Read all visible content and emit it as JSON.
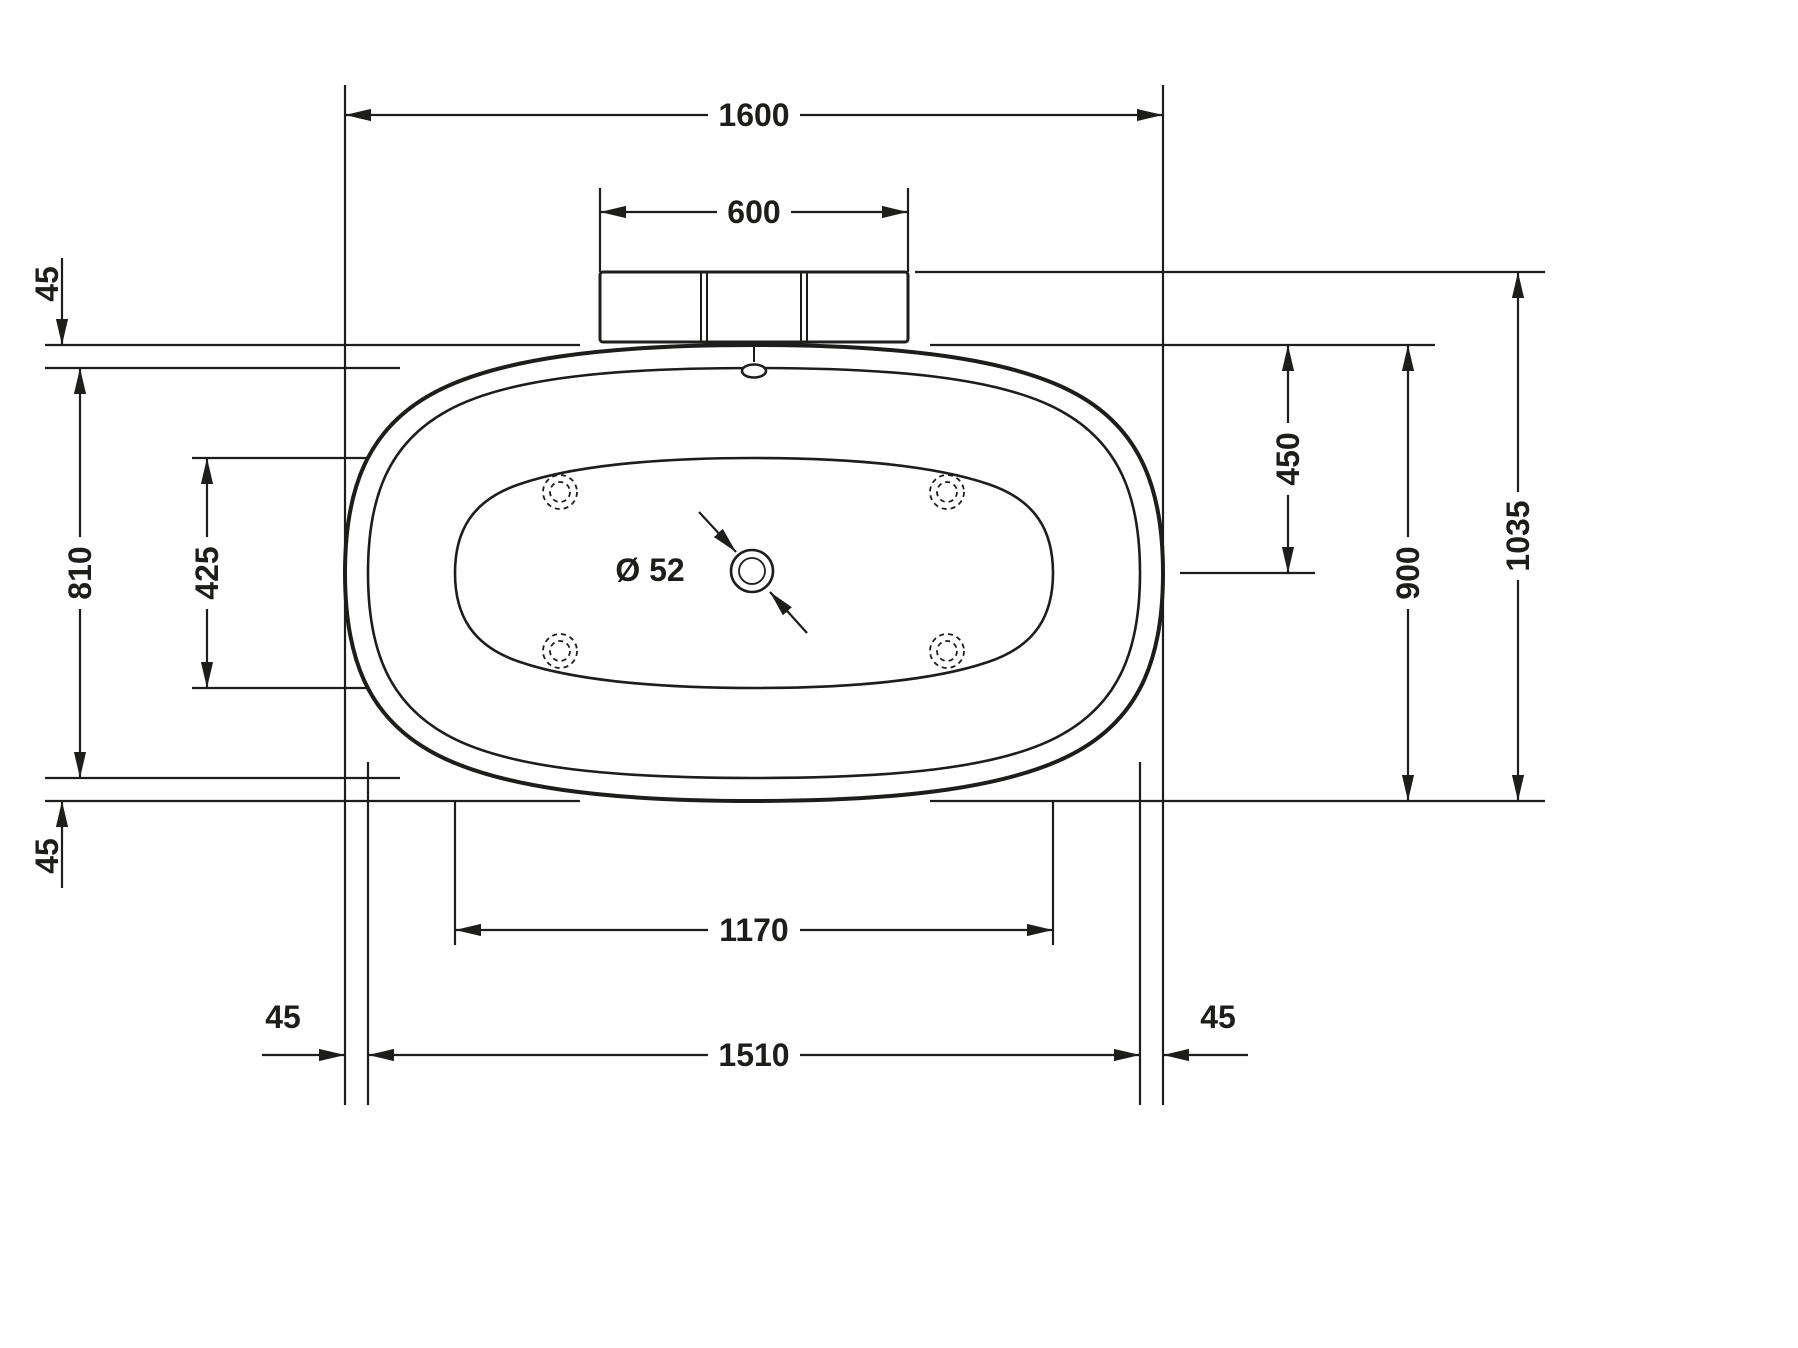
{
  "drawing": {
    "subject": "bathtub-top-view-dimension-drawing",
    "colors": {
      "line": "#1d1d1b",
      "background": "#ffffff"
    },
    "dims": {
      "overall_width": "1600",
      "deck_width": "600",
      "rim_top": "45",
      "inner_depth": "810",
      "floor_depth": "425",
      "rim_bottom": "45",
      "floor_length": "1170",
      "gap_left": "45",
      "inner_length": "1510",
      "gap_right": "45",
      "drain_offset": "450",
      "body_depth": "900",
      "overall_depth": "1035",
      "drain_diameter": "Ø 52"
    }
  }
}
